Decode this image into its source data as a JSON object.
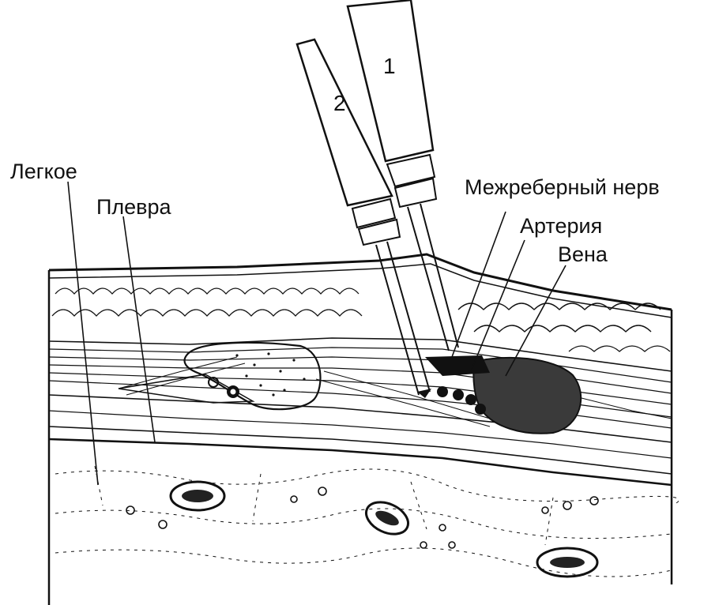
{
  "labels": {
    "lung": "Легкое",
    "pleura": "Плевра",
    "nerve": "Межреберный нерв",
    "artery": "Артерия",
    "vein": "Вена"
  },
  "needles": {
    "needle_1": "1",
    "needle_2": "2"
  },
  "colors": {
    "ink": "#111111",
    "paper": "#ffffff",
    "dark_fill": "#2a2a2a"
  }
}
